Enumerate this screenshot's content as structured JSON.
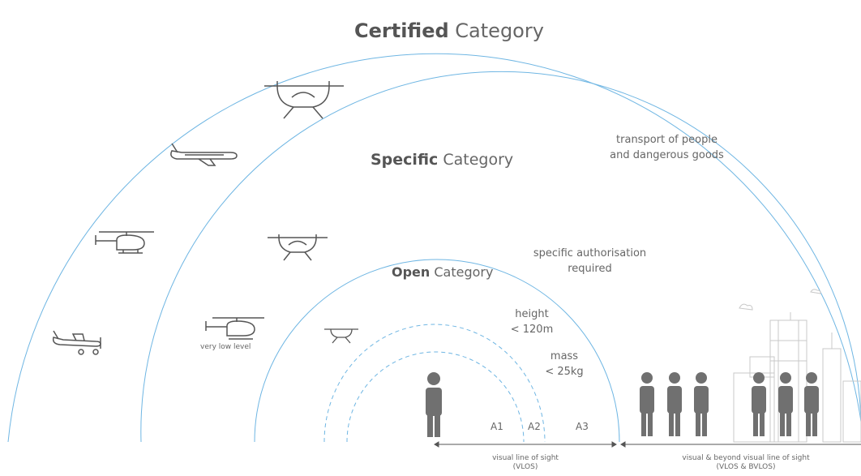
{
  "certified": {
    "bold": "Certified",
    "rest": " Category"
  },
  "specific": {
    "bold": "Specific",
    "rest": " Category"
  },
  "open": {
    "bold": "Open",
    "rest": " Category"
  },
  "notes": {
    "transport_line1": "transport of people",
    "transport_line2": "and dangerous goods",
    "auth_line1": "specific authorisation",
    "auth_line2": "required",
    "height_line1": "height",
    "height_line2": "< 120m",
    "mass_line1": "mass",
    "mass_line2": "< 25kg",
    "very_low": "very low level"
  },
  "subcategories": [
    "A1",
    "A2",
    "A3"
  ],
  "sight": {
    "vlos_line1": "visual line of sight",
    "vlos_line2": "(VLOS)",
    "bvlos_line1": "visual & beyond visual line of sight",
    "bvlos_line2": "(VLOS & BVLOS)"
  },
  "colors": {
    "arc": "#6fb6e3",
    "icon": "#555555",
    "person": "#707070",
    "city": "#c8c8c8"
  }
}
